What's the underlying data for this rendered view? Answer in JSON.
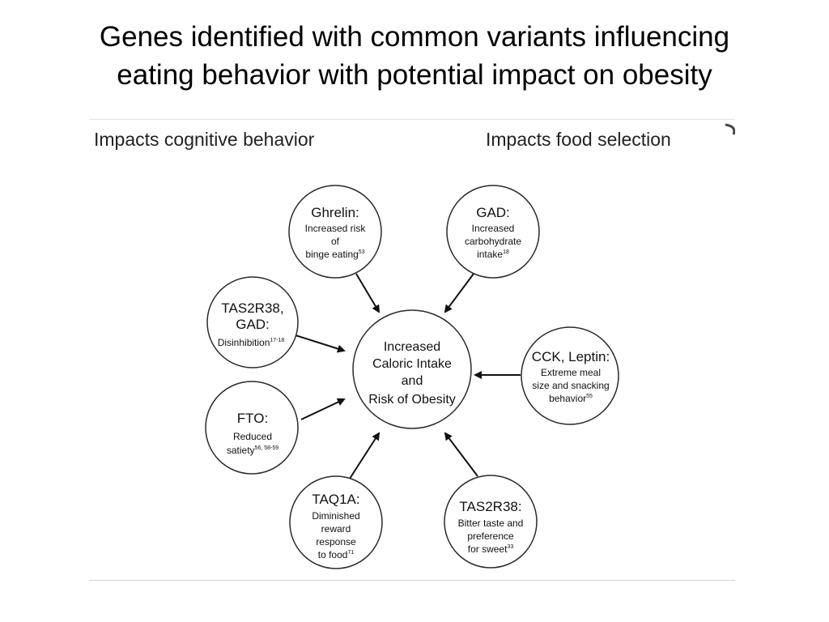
{
  "title": {
    "line1": "Genes identified with common variants influencing",
    "line2": "eating behavior with potential impact on obesity"
  },
  "headers": {
    "left": "Impacts cognitive behavior",
    "right": "Impacts food selection"
  },
  "center": {
    "lines": [
      "Increased",
      "Caloric Intake",
      "and",
      "Risk of Obesity"
    ]
  },
  "nodes": {
    "ghrelin": {
      "title": "Ghrelin:",
      "desc": [
        "Increased risk",
        "of",
        "binge eating"
      ],
      "ref": "53"
    },
    "gad": {
      "title": "GAD:",
      "desc": [
        "Increased",
        "carbohydrate",
        "intake"
      ],
      "ref": "18"
    },
    "tas2r38_gad": {
      "title": [
        "TAS2R38,",
        "GAD:"
      ],
      "desc": [
        "Disinhibition"
      ],
      "ref": "17-18"
    },
    "cck_leptin": {
      "title": "CCK, Leptin:",
      "desc": [
        "Extreme meal",
        "size and snacking",
        "behavior"
      ],
      "ref": "55"
    },
    "fto": {
      "title": "FTO:",
      "desc": [
        "Reduced",
        "satiety"
      ],
      "ref": "56, 58-59"
    },
    "taq1a": {
      "title": "TAQ1A:",
      "desc": [
        "Diminished",
        "reward",
        "response",
        "to food"
      ],
      "ref": "71"
    },
    "tas2r38": {
      "title": "TAS2R38:",
      "desc": [
        "Bitter taste and",
        "preference",
        "for sweet"
      ],
      "ref": "33"
    }
  },
  "colors": {
    "circle_stroke": "#2a2a2a",
    "arrow": "#111111"
  }
}
